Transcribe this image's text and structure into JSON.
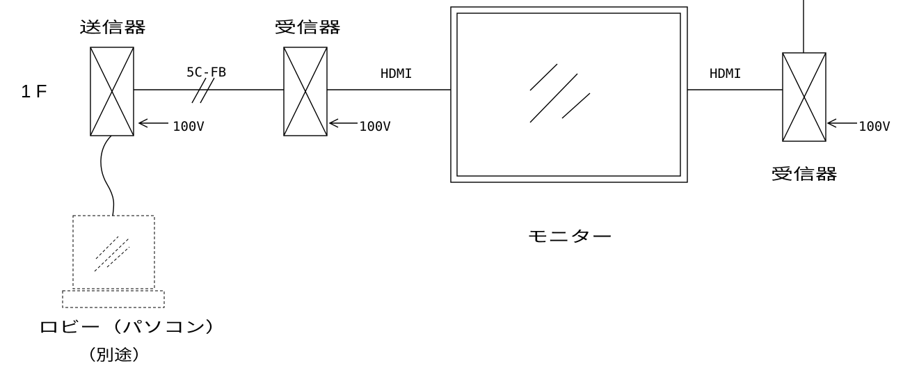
{
  "floor_label": "1 F",
  "transmitter": {
    "label": "送信器",
    "power": "100V"
  },
  "cable": {
    "label": "5C-FB"
  },
  "receiver_1": {
    "label": "受信器",
    "power": "100V"
  },
  "hdmi_1": {
    "label": "HDMI"
  },
  "monitor": {
    "label": "モニター"
  },
  "hdmi_2": {
    "label": "HDMI"
  },
  "receiver_2": {
    "label": "受信器",
    "power": "100V"
  },
  "pc": {
    "label": "ロビー（パソコン）",
    "note": "（別途）"
  },
  "colors": {
    "line": "#000000",
    "background": "#ffffff"
  }
}
